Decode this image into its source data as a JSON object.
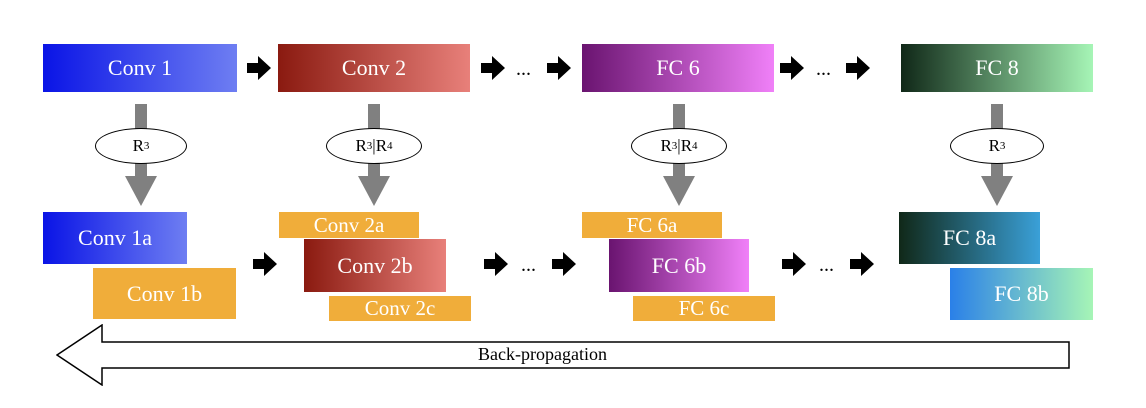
{
  "top_row": {
    "conv1": "Conv 1",
    "conv2": "Conv 2",
    "fc6": "FC 6",
    "fc8": "FC 8",
    "ellipsis": "..."
  },
  "ellipses": {
    "e1": {
      "r": "R",
      "s": "3",
      "r2": "",
      "s2": ""
    },
    "e2": {
      "r": "R",
      "s": "3",
      "sep": "|",
      "r2": "R",
      "s2": "4"
    },
    "e3": {
      "r": "R",
      "s": "3",
      "sep": "|",
      "r2": "R",
      "s2": "4"
    },
    "e4": {
      "r": "R",
      "s": "3",
      "r2": "",
      "s2": ""
    }
  },
  "bottom_row": {
    "conv1a": "Conv 1a",
    "conv1b": "Conv 1b",
    "conv2a": "Conv 2a",
    "conv2b": "Conv 2b",
    "conv2c": "Conv 2c",
    "fc6a": "FC 6a",
    "fc6b": "FC 6b",
    "fc6c": "FC 6c",
    "fc8a": "FC 8a",
    "fc8b": "FC 8b",
    "ellipsis": "..."
  },
  "backprop": {
    "label": "Back-propagation"
  },
  "colors": {
    "orange": "#f0ad3a",
    "conv1_from": "#0a14e6",
    "conv1_to": "#6e7ef2",
    "conv2_from": "#8a1a10",
    "conv2_to": "#e8807a",
    "fc6_from": "#6a1470",
    "fc6_to": "#f080f8",
    "fc8_from": "#102818",
    "fc8_to": "#a6f5b6",
    "fc8b_from": "#2a80e8",
    "fc8b_to": "#a6f5b6",
    "down_arrow": "#808080"
  }
}
